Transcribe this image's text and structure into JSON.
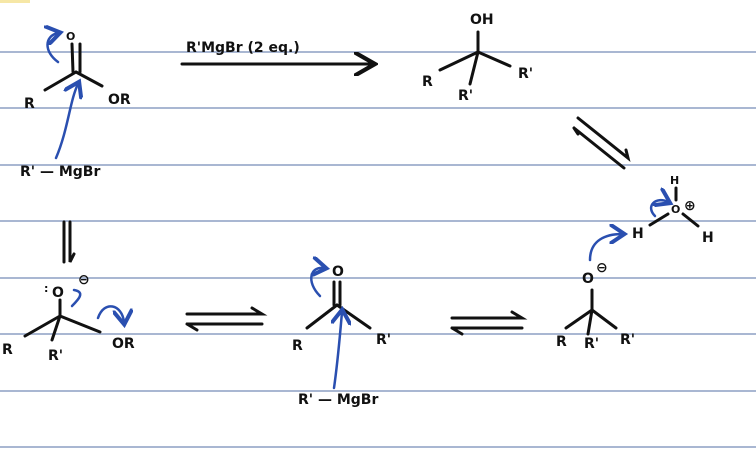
{
  "colors": {
    "ruled_line": "#a9b7d2",
    "ink": "#111111",
    "arrow_ink": "#2a4fb0",
    "highlight": "#f6e7a6"
  },
  "top": {
    "ester": {
      "o": "O",
      "r": "R",
      "or": "OR"
    },
    "grignard": "R' — MgBr",
    "reagent": "R'MgBr (2 eq.)",
    "alcohol": {
      "oh": "OH",
      "r": "R",
      "r1a": "R'",
      "r1b": "R'"
    }
  },
  "hydronium": {
    "o": "O",
    "charge": "⊕",
    "h_top": "H",
    "h_left": "H",
    "h_right": "H"
  },
  "bottom": {
    "tetrahedral": {
      "o": "O",
      "charge": "⊖",
      "r": "R",
      "r1": "R'",
      "or": "OR"
    },
    "ketone": {
      "o": "O",
      "r": "R",
      "r1": "R'"
    },
    "grignard": "R' — MgBr",
    "alkoxide": {
      "o": "O",
      "charge": "⊖",
      "r": "R",
      "r1a": "R'",
      "r1b": "R'"
    }
  }
}
